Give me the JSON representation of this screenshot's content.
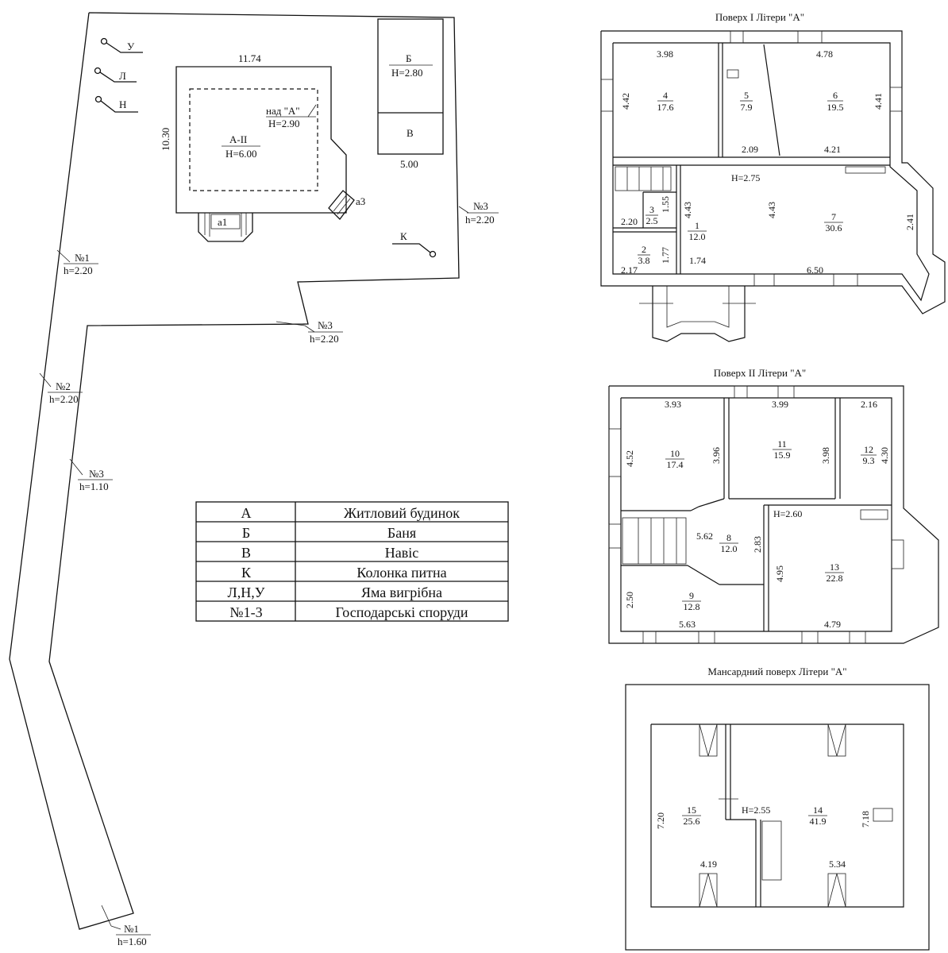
{
  "site": {
    "u_label": "У",
    "l_label": "Л",
    "n_label": "Н",
    "k_label": "К",
    "main": {
      "width": "11.74",
      "depth": "10.30",
      "over_label": "над \"А\"",
      "over_h": "Н=2.90",
      "name": "А-II",
      "h": "Н=6.00",
      "a1": "а1",
      "a3": "а3"
    },
    "banya": {
      "name": "Б",
      "h": "Н=2.80",
      "naves": "В",
      "width": "5.00"
    },
    "fences": [
      {
        "no": "№3",
        "h": "h=2.20"
      },
      {
        "no": "№1",
        "h": "h=2.20"
      },
      {
        "no": "№3",
        "h": "h=2.20"
      },
      {
        "no": "№2",
        "h": "h=2.20"
      },
      {
        "no": "№3",
        "h": "h=1.10"
      },
      {
        "no": "№1",
        "h": "h=1.60"
      }
    ]
  },
  "legend": [
    {
      "code": "А",
      "name": "Житловий будинок"
    },
    {
      "code": "Б",
      "name": "Баня"
    },
    {
      "code": "В",
      "name": "Навіс"
    },
    {
      "code": "К",
      "name": "Колонка питна"
    },
    {
      "code": "Л,Н,У",
      "name": "Яма вигрібна"
    },
    {
      "code": "№1-3",
      "name": "Господарські споруди"
    }
  ],
  "floor1": {
    "title": "Поверх І Літери \"А\"",
    "height": "Н=2.75",
    "rooms": [
      {
        "no": "4",
        "area": "17.6"
      },
      {
        "no": "5",
        "area": "7.9"
      },
      {
        "no": "6",
        "area": "19.5"
      },
      {
        "no": "3",
        "area": "2.5"
      },
      {
        "no": "1",
        "area": "12.0"
      },
      {
        "no": "7",
        "area": "30.6"
      },
      {
        "no": "2",
        "area": "3.8"
      }
    ],
    "dims": [
      "3.98",
      "4.78",
      "4.42",
      "4.41",
      "2.09",
      "4.21",
      "1.55",
      "4.43",
      "4.43",
      "2.20",
      "2.41",
      "1.77",
      "1.74",
      "2.17",
      "6.50"
    ]
  },
  "floor2": {
    "title": "Поверх ІІ Літери \"А\"",
    "height": "Н=2.60",
    "rooms": [
      {
        "no": "10",
        "area": "17.4"
      },
      {
        "no": "11",
        "area": "15.9"
      },
      {
        "no": "12",
        "area": "9.3"
      },
      {
        "no": "8",
        "area": "12.0"
      },
      {
        "no": "13",
        "area": "22.8"
      },
      {
        "no": "9",
        "area": "12.8"
      }
    ],
    "dims": [
      "3.93",
      "3.99",
      "2.16",
      "4.52",
      "3.96",
      "3.98",
      "4.30",
      "5.62",
      "2.83",
      "4.95",
      "2.50",
      "5.63",
      "4.79"
    ]
  },
  "attic": {
    "title": "Мансардний поверх Літери \"А\"",
    "height": "Н=2.55",
    "rooms": [
      {
        "no": "15",
        "area": "25.6"
      },
      {
        "no": "14",
        "area": "41.9"
      }
    ],
    "dims": [
      "7.20",
      "7.18",
      "4.19",
      "5.34"
    ]
  }
}
